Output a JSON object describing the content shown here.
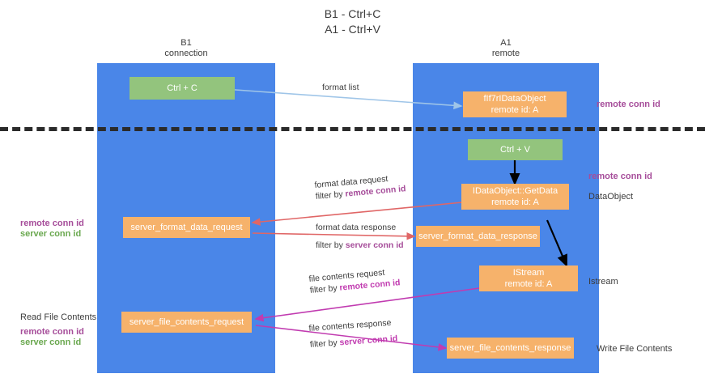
{
  "title": {
    "line1": "B1 - Ctrl+C",
    "line2": "A1 - Ctrl+V"
  },
  "lanes": [
    {
      "id": "b1",
      "line1": "B1",
      "line2": "connection"
    },
    {
      "id": "a1",
      "line1": "A1",
      "line2": "remote"
    }
  ],
  "nodes": {
    "ctrl_c": {
      "line1": "Ctrl + C",
      "line2": ""
    },
    "idataobject": {
      "line1": "fIf7rIDataObject",
      "line2": "remote id: A"
    },
    "ctrl_v": {
      "line1": "Ctrl + V",
      "line2": ""
    },
    "idataobject_getdata": {
      "line1": "IDataObject::GetData",
      "line2": "remote id: A"
    },
    "server_format_data_request": {
      "line1": "server_format_data_request",
      "line2": ""
    },
    "server_format_data_response": {
      "line1": "server_format_data_response",
      "line2": ""
    },
    "istream": {
      "line1": "IStream",
      "line2": "remote id: A"
    },
    "server_file_contents_request": {
      "line1": "server_file_contents_request",
      "line2": ""
    },
    "server_file_contents_response": {
      "line1": "server_file_contents_response",
      "line2": ""
    }
  },
  "edges": {
    "format_list": {
      "text": "format list"
    },
    "format_data_request": {
      "text": "format data request",
      "filter_prefix": "filter by ",
      "filter_value": "remote conn id"
    },
    "format_data_response": {
      "text": "format data response",
      "filter_prefix": "filter by ",
      "filter_value": "server conn id"
    },
    "file_contents_request": {
      "text": "file contents request",
      "filter_prefix": "filter by ",
      "filter_value": "remote conn id"
    },
    "file_contents_response": {
      "text": "file contents response",
      "filter_prefix": "filter by ",
      "filter_value": "server conn id"
    }
  },
  "annotations": {
    "right_remote_conn_id_top": "remote conn id",
    "right_remote_conn_id_mid": "remote conn id",
    "right_dataobject": "DataObject",
    "right_istream": "Istream",
    "right_write_file_contents": "Write File Contents",
    "left_remote_conn_id_mid": "remote conn id",
    "left_server_conn_id_mid": "server conn id",
    "left_read_file_contents": "Read File Contents",
    "left_remote_conn_id_bottom": "remote conn id",
    "left_server_conn_id_bottom": "server conn id"
  },
  "colors": {
    "lane": "#4a86e8",
    "node_green": "#93c47d",
    "node_orange": "#f6b26b",
    "purple": "#a64d9a",
    "green_text": "#6aa84f",
    "pink": "#c13bb0",
    "red_arrow": "#e06666",
    "blue_arrow": "#9fc5e8",
    "black_arrow": "#000000",
    "divider": "#2b2b2b"
  }
}
